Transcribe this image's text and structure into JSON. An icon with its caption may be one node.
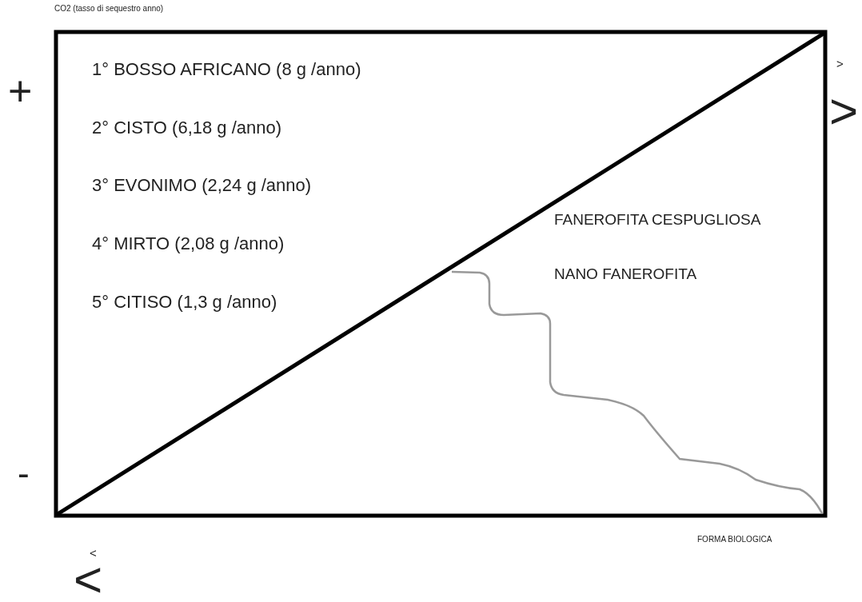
{
  "diagram": {
    "labels": [
      "CO2 (tasso di sequestro anno)",
      "1° BOSSO AFRICANO (8 g /anno)",
      "+",
      ">",
      ">",
      "2° CISTO (6,18 g /anno)",
      "3° EVONIMO (2,24 g /anno)",
      "FANEROFITA CESPUGLIOSA",
      "4° MIRTO (2,08 g /anno)",
      "NANO FANEROFITA",
      "5° CITISO (1,3 g /anno)",
      "-",
      "FORMA BIOLOGICA",
      "<",
      "<"
    ]
  }
}
